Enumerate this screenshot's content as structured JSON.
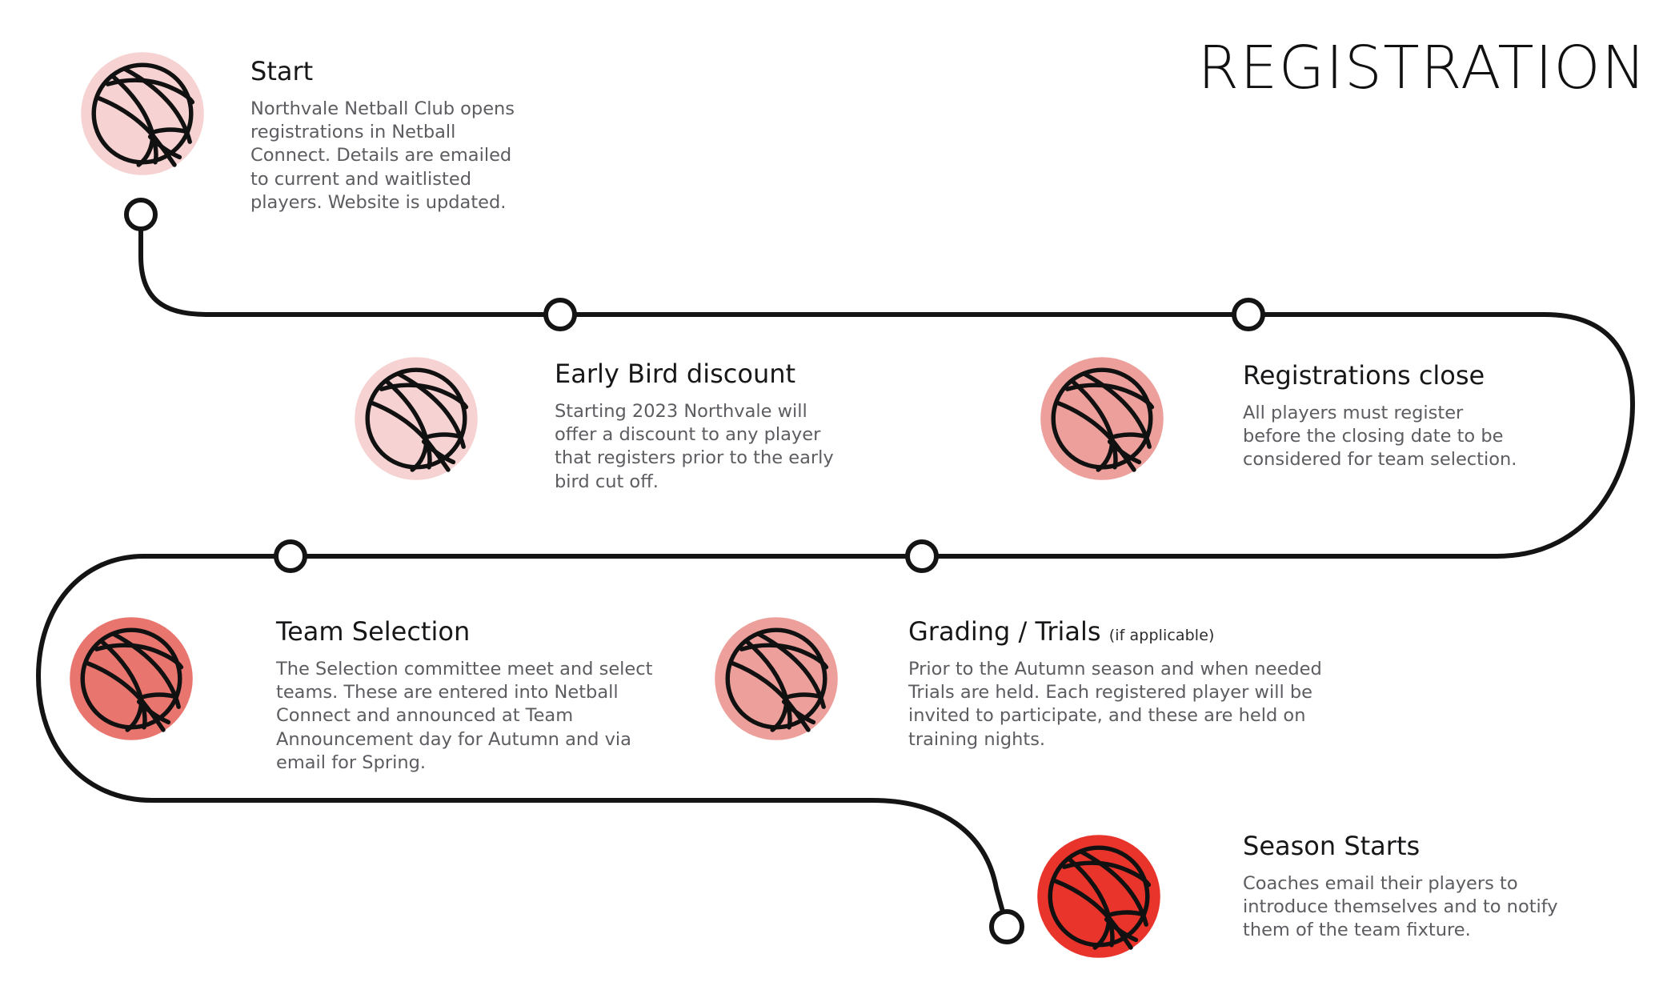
{
  "title": "REGISTRATION",
  "colors": {
    "ball_tint_light": "#f6d2d2",
    "ball_tint_mid": "#eda09b",
    "ball_tint_strong": "#e8766f",
    "ball_tint_red": "#e8342a",
    "line": "#141414",
    "node_fill": "#ffffff",
    "heading": "#17171a",
    "body": "#5c5c61"
  },
  "steps": [
    {
      "id": "start",
      "title": "Start",
      "title_note": "",
      "body": "Northvale Netball Club opens\nregistrations in Netball\nConnect. Details are emailed\nto current and waitlisted\nplayers. Website is updated.",
      "ball_color": "#f6d2d2"
    },
    {
      "id": "early-bird-discount",
      "title": "Early Bird discount",
      "title_note": "",
      "body": "Starting 2023 Northvale will\noffer a discount to any player\nthat registers prior to the early\nbird cut off.",
      "ball_color": "#f6d2d2"
    },
    {
      "id": "registrations-close",
      "title": "Registrations close",
      "title_note": "",
      "body": "All players must register\nbefore the closing date to be\nconsidered for team selection.",
      "ball_color": "#eda09b"
    },
    {
      "id": "team-selection",
      "title": "Team Selection",
      "title_note": "",
      "body": "The Selection committee meet and select\nteams. These are entered into Netball\nConnect and announced at Team\nAnnouncement day for Autumn and via\nemail for Spring.",
      "ball_color": "#e8766f"
    },
    {
      "id": "grading-trials",
      "title": "Grading / Trials",
      "title_note": "(if applicable)",
      "body": "Prior to the Autumn season and when needed\nTrials are held. Each registered player will be\ninvited to participate, and these are held on\ntraining nights.",
      "ball_color": "#eda09b"
    },
    {
      "id": "season-starts",
      "title": "Season Starts",
      "title_note": "",
      "body": "Coaches email their players to\nintroduce themselves and to notify\nthem of the team fixture.",
      "ball_color": "#e8342a"
    }
  ]
}
